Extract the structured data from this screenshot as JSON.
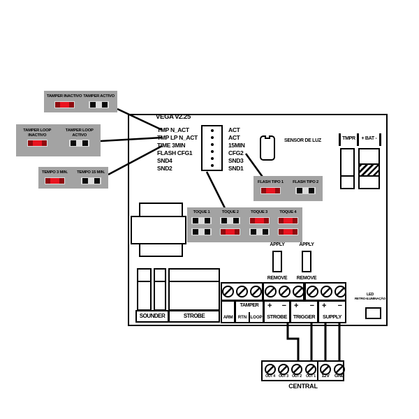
{
  "board": {
    "title": "VEGA v2.25",
    "config_rows": [
      {
        "left": "TMP N_ACT",
        "right": "ACT"
      },
      {
        "left": "TMP LP N_ACT",
        "right": "ACT"
      },
      {
        "left": "TIME 3MIN",
        "right": "15MIN"
      },
      {
        "left": "FLASH CFG1",
        "right": "CFG2"
      },
      {
        "left": "SND4",
        "right": "SND3"
      },
      {
        "left": "SND2",
        "right": "SND1"
      }
    ],
    "sensor_label": "SENSOR DE LUZ",
    "tmpr_label": "TMPR",
    "bat_label": "+ BAT -",
    "sounder_label": "SOUNDER",
    "strobe_label": "STROBE",
    "apply_label": "APPLY",
    "remove_label": "REMOVE",
    "led_line1": "LED",
    "led_line2": "RETRO-ILUMINAÇÃO",
    "terminals": {
      "arm": "ARM",
      "tamper": "TAMPER",
      "rtn": "RTN",
      "loop": "LOOP",
      "strobe": "STROBE",
      "trigger": "TRIGGER",
      "supply": "SUPPLY",
      "plus": "+",
      "minus": "−"
    }
  },
  "callouts": {
    "tamper": {
      "options": [
        {
          "label": "TAMPER INACTIVO",
          "state": "closed"
        },
        {
          "label": "TAMPER ACTIVO",
          "state": "open"
        }
      ]
    },
    "tamper_loop": {
      "options": [
        {
          "line1": "TAMPER LOOP",
          "line2": "INACTIVO",
          "state": "closed"
        },
        {
          "line1": "TAMPER LOOP",
          "line2": "ACTIVO",
          "state": "open"
        }
      ]
    },
    "tempo": {
      "options": [
        {
          "label": "TEMPO 3 MIN.",
          "state": "closed"
        },
        {
          "label": "TEMPO 15 MIN.",
          "state": "open"
        }
      ]
    },
    "flash": {
      "options": [
        {
          "label": "FLASH TIPO 1",
          "state": "closed"
        },
        {
          "label": "FLASH TIPO 2",
          "state": "open"
        }
      ]
    },
    "toque": {
      "columns": [
        {
          "label": "TOQUE 1",
          "rows": [
            "open",
            "open"
          ]
        },
        {
          "label": "TOQUE 2",
          "rows": [
            "open",
            "closed"
          ]
        },
        {
          "label": "TOQUE 3",
          "rows": [
            "closed",
            "open"
          ]
        },
        {
          "label": "TOQUE 4",
          "rows": [
            "closed",
            "closed"
          ]
        }
      ]
    }
  },
  "central": {
    "labels": [
      "OUT 4",
      "OUT 3",
      "OUT 2",
      "OUT 1",
      "12V",
      "GND"
    ],
    "caption": "CENTRAL"
  },
  "colors": {
    "line": "#000000",
    "callout_bg": "#a3a3a3",
    "jumper_slot": "#dcdcdc",
    "jumper_red": "#ea1420",
    "jumper_red_dark": "#8f0a0e",
    "jumper_pin": "#0a0a0a"
  }
}
